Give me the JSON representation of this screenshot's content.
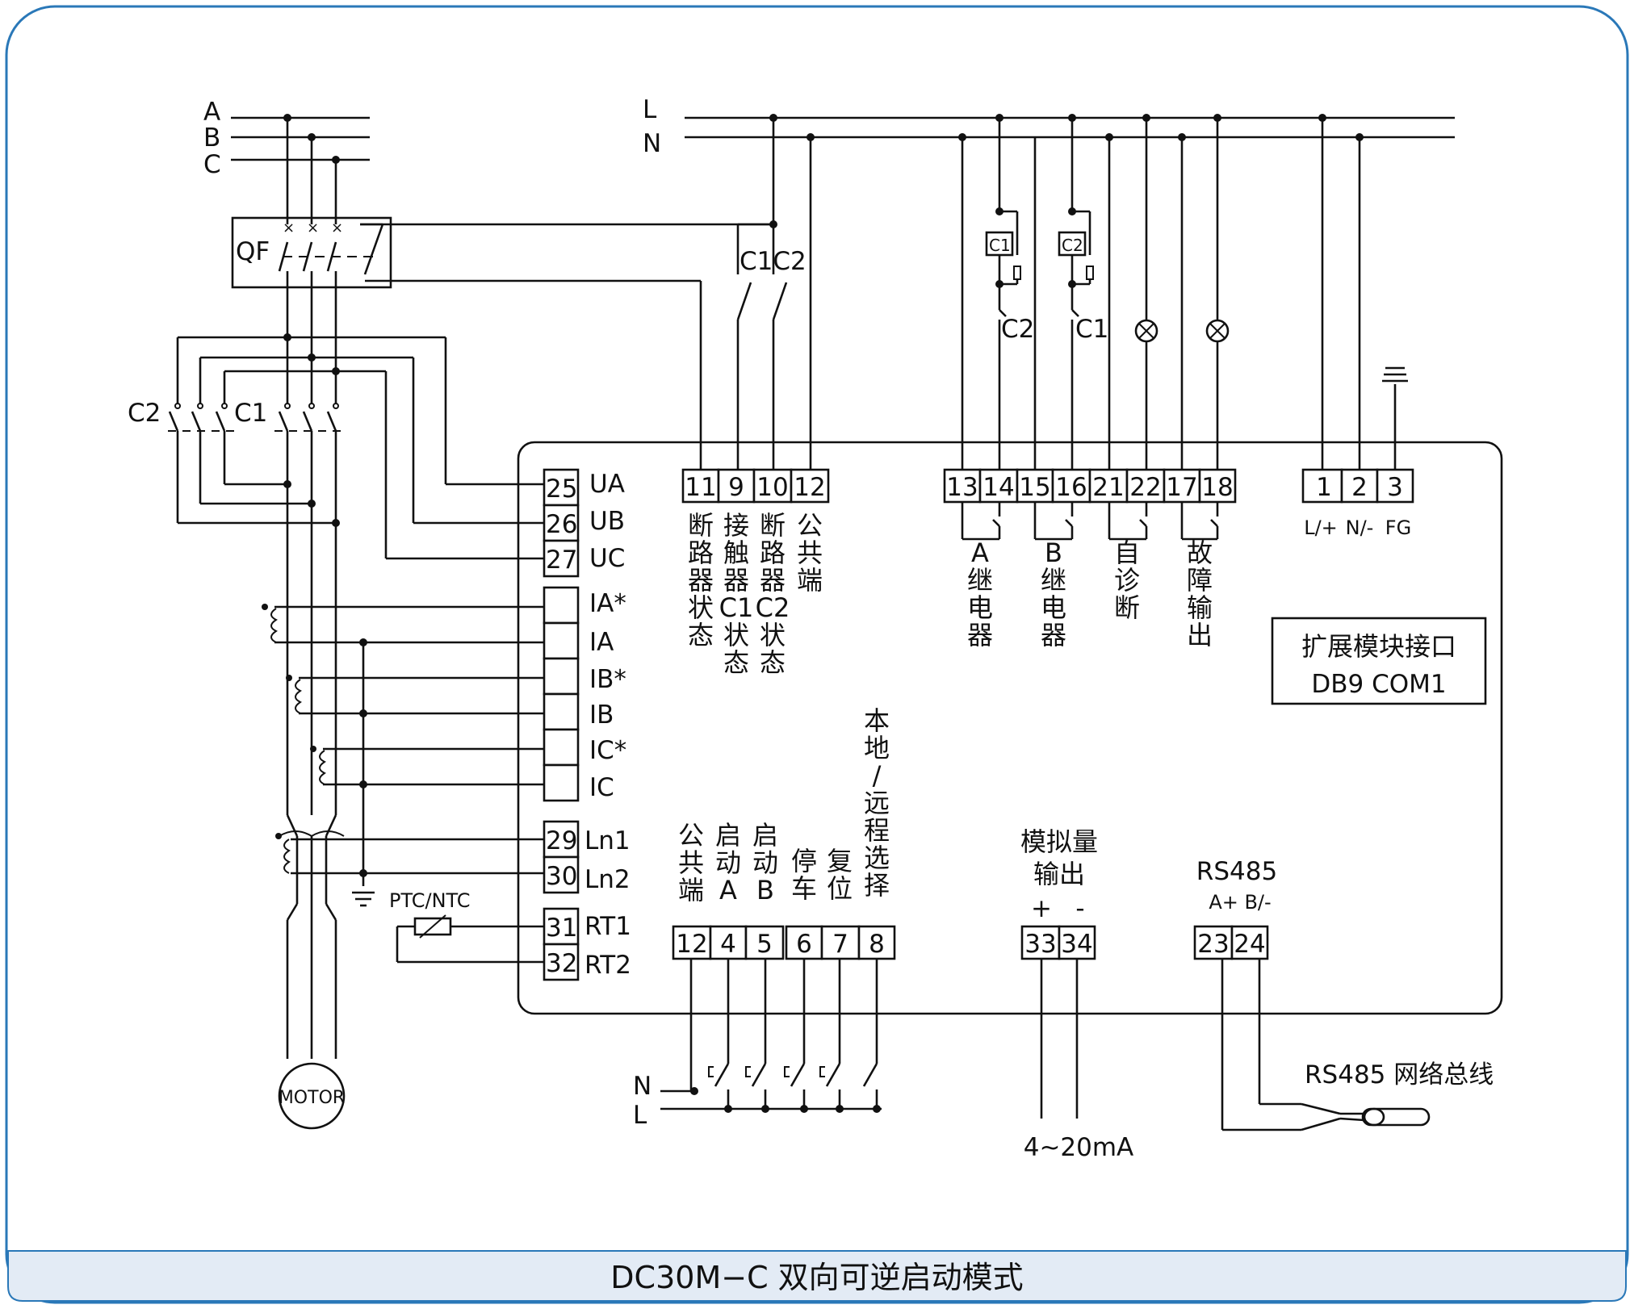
{
  "caption": "DC30M−C 双向可逆启动模式",
  "colors": {
    "frame": "#2a78b8",
    "caption_band": "#e3ebf5",
    "wire": "#111111"
  },
  "power": {
    "phases": [
      "A",
      "B",
      "C"
    ],
    "breaker": "QF",
    "contactor_1": "C1",
    "contactor_2": "C2",
    "motor": "MOTOR",
    "sensor": "PTC/NTC"
  },
  "control": {
    "line": "L",
    "neutral": "N",
    "contact_c1c2": "C1C2",
    "relay_c1": "C1",
    "relay_c2": "C2",
    "aux_c2": "C2",
    "aux_c1": "C1"
  },
  "left_terminals": [
    {
      "num": "25",
      "label": "UA"
    },
    {
      "num": "26",
      "label": "UB"
    },
    {
      "num": "27",
      "label": "UC"
    },
    {
      "num": "",
      "label": "IA*"
    },
    {
      "num": "",
      "label": "IA"
    },
    {
      "num": "",
      "label": "IB*"
    },
    {
      "num": "",
      "label": "IB"
    },
    {
      "num": "",
      "label": "IC*"
    },
    {
      "num": "",
      "label": "IC"
    },
    {
      "num": "29",
      "label": "Ln1"
    },
    {
      "num": "30",
      "label": "Ln2"
    },
    {
      "num": "31",
      "label": "RT1"
    },
    {
      "num": "32",
      "label": "RT2"
    }
  ],
  "top_terminals": {
    "breaker_group": [
      "11",
      "9",
      "10",
      "12"
    ],
    "breaker_desc": [
      "断路器状态",
      "接触器C1状态",
      "断路器C2状态",
      "公共端"
    ],
    "relay_group": [
      "13",
      "14",
      "15",
      "16",
      "21",
      "22",
      "17",
      "18"
    ],
    "relay_desc": [
      "A继电器",
      "B继电器",
      "自诊断",
      "故障输出"
    ],
    "power_group": [
      "1",
      "2",
      "3"
    ],
    "power_desc": [
      "L/+",
      "N/-",
      "FG"
    ]
  },
  "expansion": {
    "line1": "扩展模块接口",
    "line2": "DB9 COM1"
  },
  "bottom_terminals": {
    "inputs": [
      "12",
      "4",
      "5",
      "6",
      "7",
      "8"
    ],
    "input_desc": [
      "公共端",
      "启动A",
      "启动B",
      "停车",
      "复位",
      "本地/远程选择"
    ],
    "input_n": "N",
    "input_l": "L",
    "analog_title_1": "模拟量",
    "analog_title_2": "输出",
    "analog_pins": [
      "33",
      "34"
    ],
    "analog_signs": [
      "+",
      "-"
    ],
    "analog_range": "4~20mA",
    "rs485_title": "RS485",
    "rs485_pins": [
      "23",
      "24"
    ],
    "rs485_signs": "A+ B/-",
    "rs485_bus": "RS485  网络总线"
  }
}
